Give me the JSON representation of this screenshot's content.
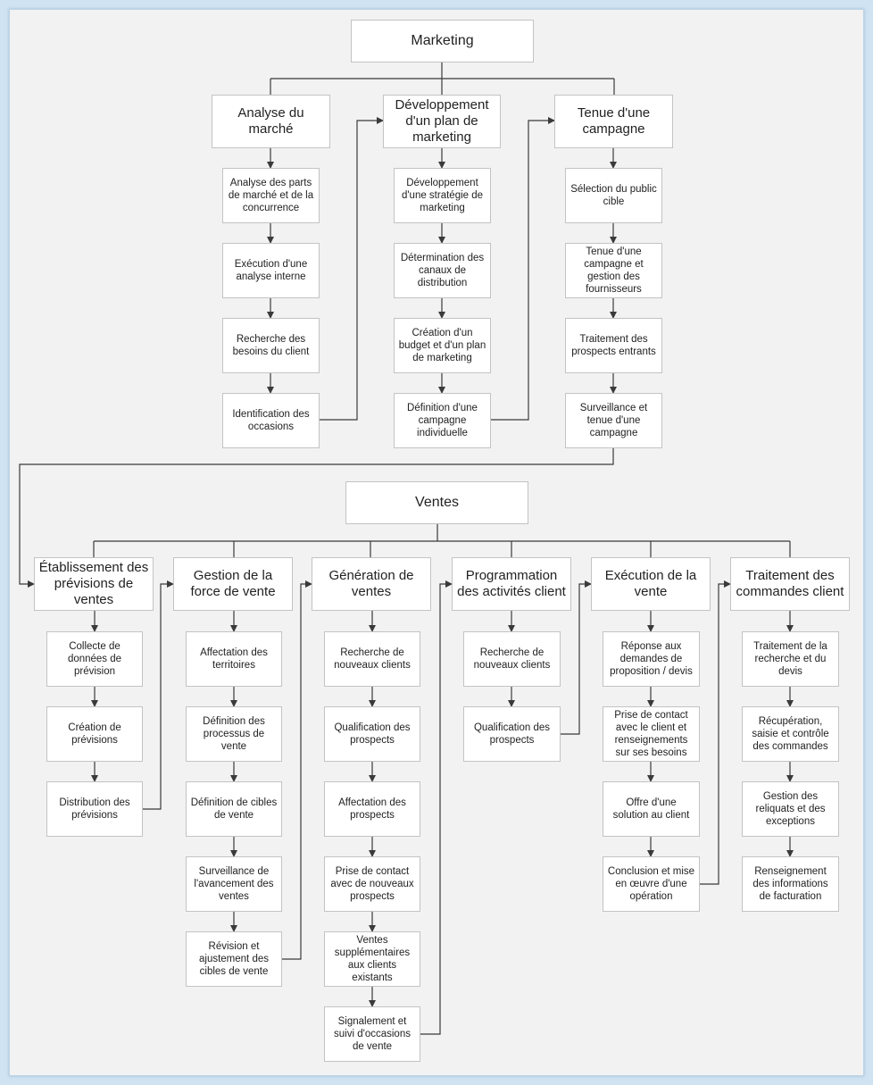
{
  "marketing": {
    "title": "Marketing",
    "columns": [
      {
        "header": "Analyse du marché",
        "tasks": [
          "Analyse des parts de marché et de la concurrence",
          "Exécution d'une analyse interne",
          "Recherche des besoins du client",
          "Identification des occasions"
        ]
      },
      {
        "header": "Développement d'un plan de marketing",
        "tasks": [
          "Développement d'une stratégie de marketing",
          "Détermination des canaux de distribution",
          "Création d'un budget et d'un plan de marketing",
          "Définition d'une campagne individuelle"
        ]
      },
      {
        "header": "Tenue d'une campagne",
        "tasks": [
          "Sélection du public cible",
          "Tenue d'une campagne et gestion des fournisseurs",
          "Traitement des prospects entrants",
          "Surveillance et tenue d'une campagne"
        ]
      }
    ]
  },
  "sales": {
    "title": "Ventes",
    "columns": [
      {
        "header": "Établissement des prévisions de ventes",
        "tasks": [
          "Collecte de données de prévision",
          "Création de prévisions",
          "Distribution des prévisions"
        ]
      },
      {
        "header": "Gestion de la force de vente",
        "tasks": [
          "Affectation des territoires",
          "Définition des processus de vente",
          "Définition de cibles de vente",
          "Surveillance de l'avancement des ventes",
          "Révision et ajustement des cibles de vente"
        ]
      },
      {
        "header": "Génération de ventes",
        "tasks": [
          "Recherche de nouveaux clients",
          "Qualification des prospects",
          "Affectation des prospects",
          "Prise de contact avec de nouveaux prospects",
          "Ventes supplémentaires aux clients existants",
          "Signalement et suivi d'occasions de vente"
        ]
      },
      {
        "header": "Programmation des activités client",
        "tasks": [
          "Recherche de nouveaux clients",
          "Qualification des prospects"
        ]
      },
      {
        "header": "Exécution de la vente",
        "tasks": [
          "Réponse aux demandes de proposition / devis",
          "Prise de contact avec le client et renseignements sur ses besoins",
          "Offre d'une solution au client",
          "Conclusion et mise en œuvre d'une opération"
        ]
      },
      {
        "header": "Traitement des commandes client",
        "tasks": [
          "Traitement de la recherche et du devis",
          "Récupération, saisie et contrôle des commandes",
          "Gestion des reliquats et des exceptions",
          "Renseignement des informations de facturation"
        ]
      }
    ]
  },
  "colors": {
    "line": "#3a3a3a",
    "box_border": "#c3c3c3",
    "canvas": "#f2f2f2",
    "frame": "#cfe3f3"
  }
}
